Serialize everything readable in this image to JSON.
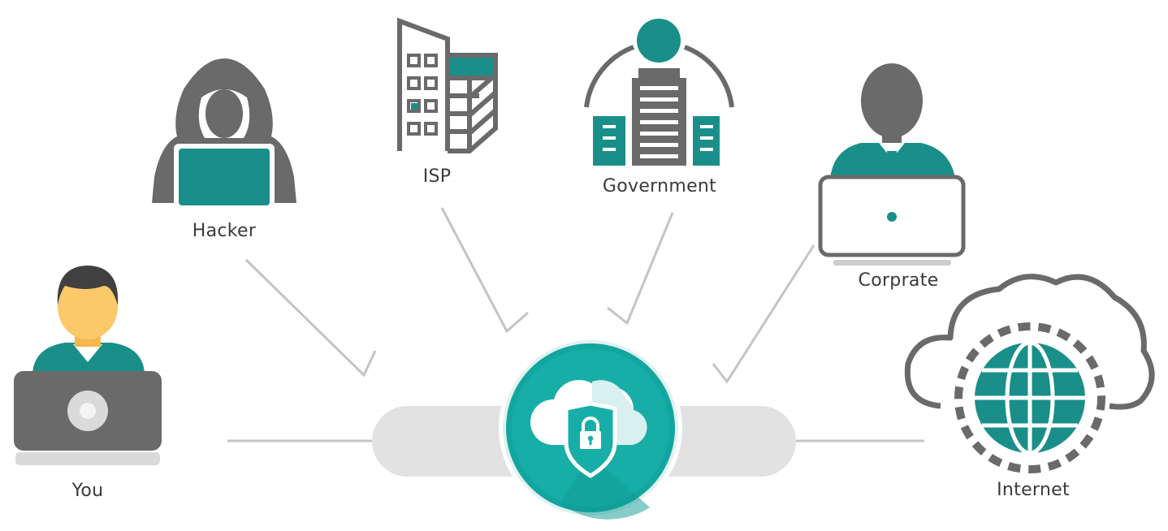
{
  "nodes": {
    "you": "You",
    "hacker": "Hacker",
    "isp": "ISP",
    "government": "Government",
    "corporate": "Corprate",
    "internet": "Internet"
  },
  "icons": {
    "you": "user-laptop-icon",
    "hacker": "hooded-hacker-icon",
    "isp": "office-building-icon",
    "government": "government-building-icon",
    "corporate": "businessman-laptop-icon",
    "internet": "cloud-globe-icon",
    "center": "secure-cloud-shield-icon"
  },
  "colors": {
    "teal": "#1a8f8a",
    "teal_light": "#17a8a2",
    "gray_dark": "#6a6a6a",
    "gray_light": "#dddddd",
    "skin": "#fcc96a"
  }
}
